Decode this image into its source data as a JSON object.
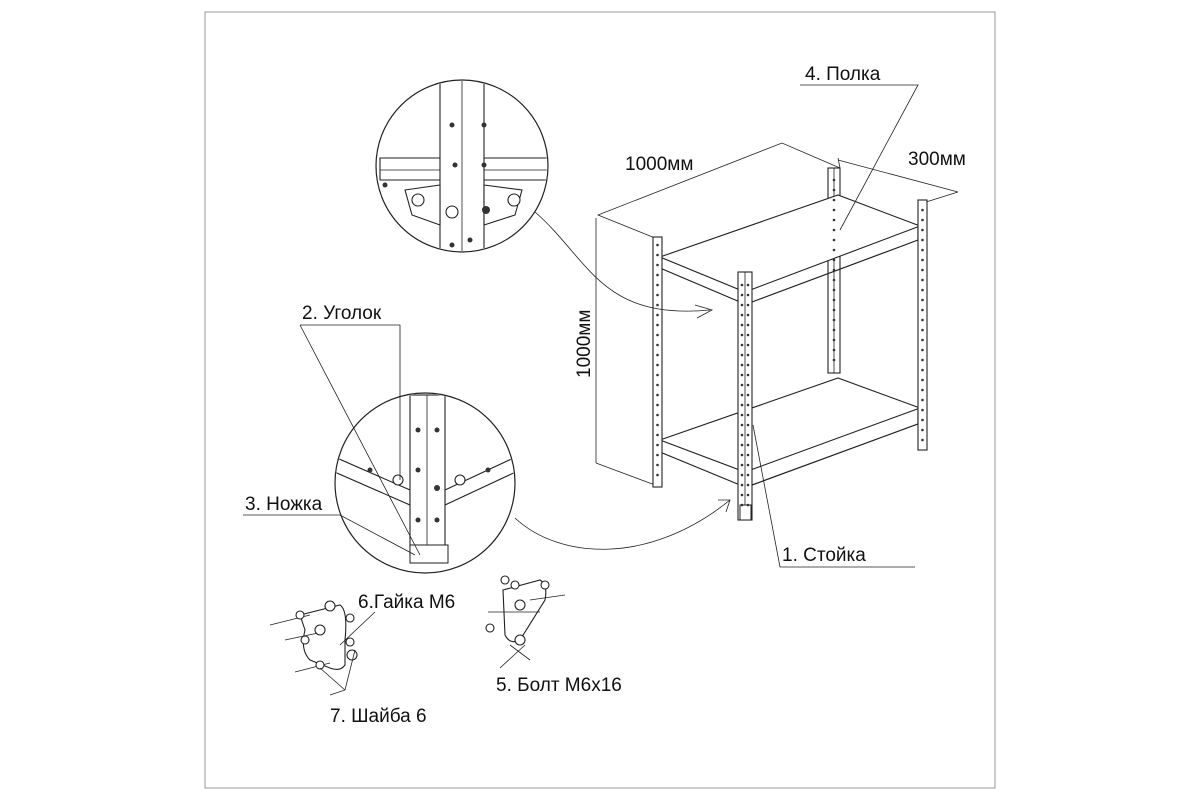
{
  "labels": {
    "shelf": "4. Полка",
    "width": "1000мм",
    "depth": "300мм",
    "height": "1000мм",
    "corner": "2. Уголок",
    "foot": "3. Ножка",
    "post": "1. Стойка",
    "nut": "6.Гайка М6",
    "bolt": "5. Болт М6х16",
    "washer": "7. Шайба 6"
  },
  "colors": {
    "line": "#222222",
    "frame": "#999999",
    "background": "#ffffff"
  }
}
